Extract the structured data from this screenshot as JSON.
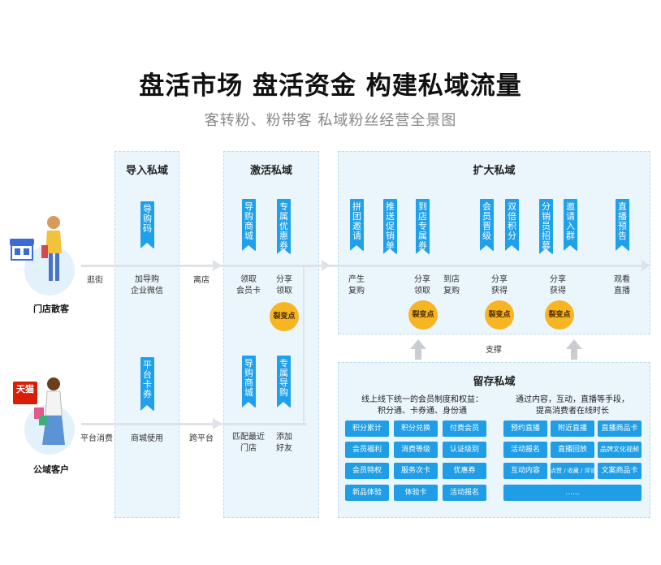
{
  "title": "盘活市场 盘活资金 构建私域流量",
  "subtitle": "客转粉、粉带客 私域粉丝经营全景图",
  "colors": {
    "panel_bg": "#eaf5fc",
    "tag_blue": "#1fa0ea",
    "badge_yellow": "#f7b523"
  },
  "customers": {
    "store": "门店散客",
    "public": "公域客户",
    "tmall_logo": "天猫"
  },
  "panels": {
    "import": {
      "title": "导入私域",
      "tags": [
        "导购码",
        "平台卡券"
      ],
      "labels": [
        "加导购\n企业微信",
        "商城使用"
      ]
    },
    "activate": {
      "title": "激活私域",
      "tags": [
        "导购商城",
        "专属优惠券",
        "导购商城",
        "专属导购"
      ],
      "labels": [
        "领取\n会员卡",
        "分享\n领取",
        "匹配最近\n门店",
        "添加\n好友"
      ],
      "badge": "裂变点"
    },
    "expand": {
      "title": "扩大私域",
      "tags": [
        "拼团邀请",
        "推送促销单",
        "到店专属券",
        "会员晋级",
        "双倍积分",
        "分销员招募",
        "邀请入群",
        "直播预告"
      ],
      "labels": [
        "产生\n复购",
        "分享\n领取",
        "到店\n复购",
        "分享\n获得",
        "分享\n获得",
        "观看\n直播"
      ],
      "badges": [
        "裂变点",
        "裂变点",
        "裂变点"
      ],
      "support": "支撑"
    },
    "retain": {
      "title": "留存私域",
      "desc_left": "线上线下统一的会员制度和权益：\n积分通、卡券通、身份通",
      "desc_right": "通过内容，互动，直播等手段，\n提高消费者在线时长",
      "left_chips": [
        "积分累计",
        "积分兑换",
        "付费会员",
        "会员福利",
        "消费等级",
        "认证级别",
        "会员特权",
        "服务次卡",
        "优惠券",
        "新品体验",
        "体验卡",
        "活动报名"
      ],
      "right_chips": [
        "预约直播",
        "附近直播",
        "直播商品卡",
        "活动报名",
        "直播回放",
        "品牌文化视频",
        "互动内容",
        "点赞 / 收藏 / 评论",
        "文案商品卡",
        "......"
      ]
    }
  },
  "flow": {
    "top": [
      "逛街",
      "离店"
    ],
    "bottom": [
      "平台消费",
      "跨平台"
    ]
  }
}
